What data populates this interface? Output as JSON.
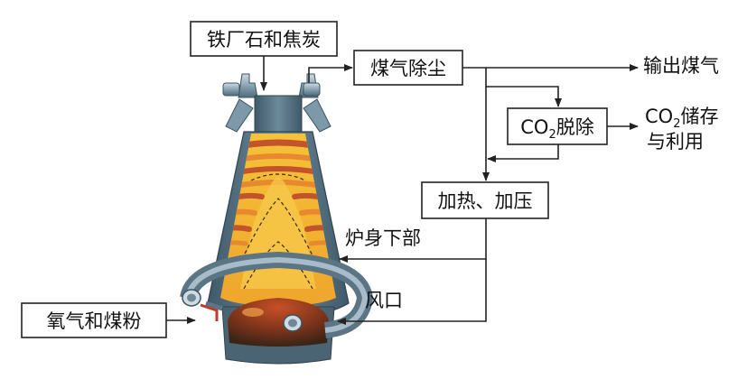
{
  "nodes": {
    "iron_ore_coke": "铁厂石和焦炭",
    "gas_dedust": "煤气除尘",
    "output_gas": "输出煤气",
    "co2_removal": {
      "pre": "CO",
      "sub": "2",
      "post": "脱除"
    },
    "co2_storage": {
      "line1_pre": "CO",
      "line1_sub": "2",
      "line1_post": "储存",
      "line2": "与利用"
    },
    "heat_pressurize": "加热、加压",
    "furnace_lower": "炉身下部",
    "tuyere": "风口",
    "oxygen_coal": "氧气和煤粉"
  },
  "colors": {
    "line": "#222222",
    "furnace_shell": "#4f6b7c",
    "furnace_steel": "#8aa3b3",
    "burden_yellow": "#f2b523",
    "burden_orange": "#e9892f",
    "burden_red": "#c2532a",
    "hearth_dark": "#3a2416"
  }
}
